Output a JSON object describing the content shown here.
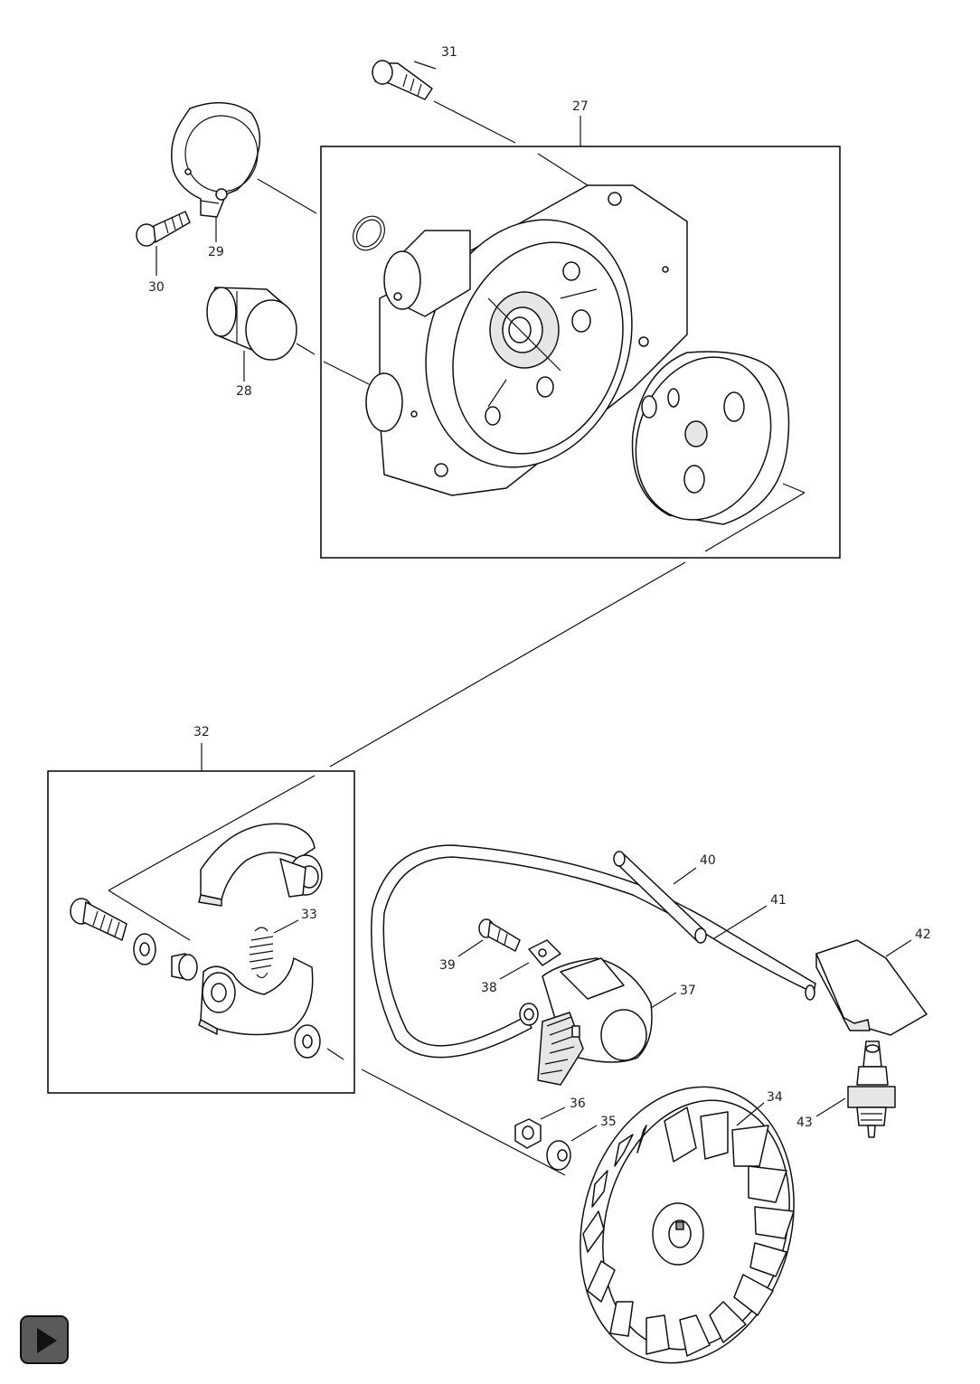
{
  "callouts": {
    "p27": "27",
    "p28": "28",
    "p29": "29",
    "p30": "30",
    "p31": "31",
    "p32": "32",
    "p33": "33",
    "p34": "34",
    "p35": "35",
    "p36": "36",
    "p37": "37",
    "p38": "38",
    "p39": "39",
    "p40": "40",
    "p41": "41",
    "p42": "42",
    "p43": "43"
  },
  "icons": {
    "next": "play-icon"
  },
  "colors": {
    "line": "#111111",
    "fill": "#ffffff",
    "shade": "#e6e6e6",
    "button": "#5a5a5a"
  }
}
